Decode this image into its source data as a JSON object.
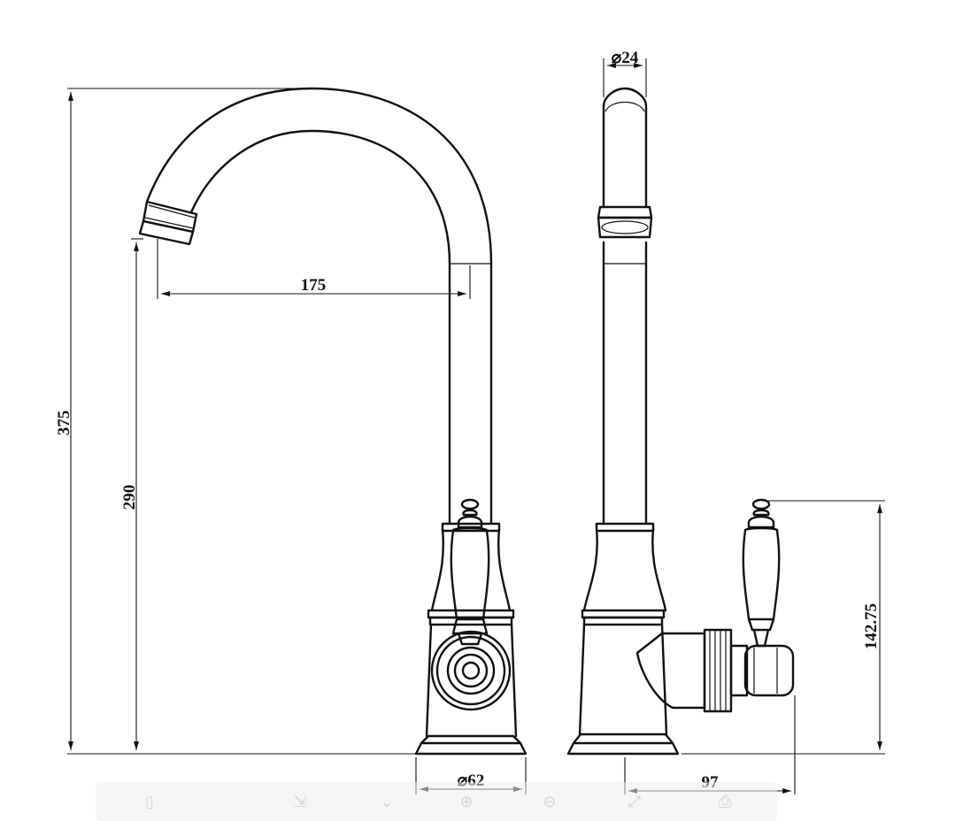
{
  "dimensions": {
    "overall_height": "375",
    "spout_height": "290",
    "spout_reach": "175",
    "spout_diameter": "⌀24",
    "base_diameter": "⌀62",
    "handle_offset": "97",
    "handle_height": "142.75"
  },
  "viewer_toolbar": {
    "icons": [
      "page-icon",
      "fit-icon",
      "expand-icon",
      "zoom-in-icon",
      "zoom-out-icon",
      "fullscreen-icon",
      "print-icon"
    ]
  }
}
